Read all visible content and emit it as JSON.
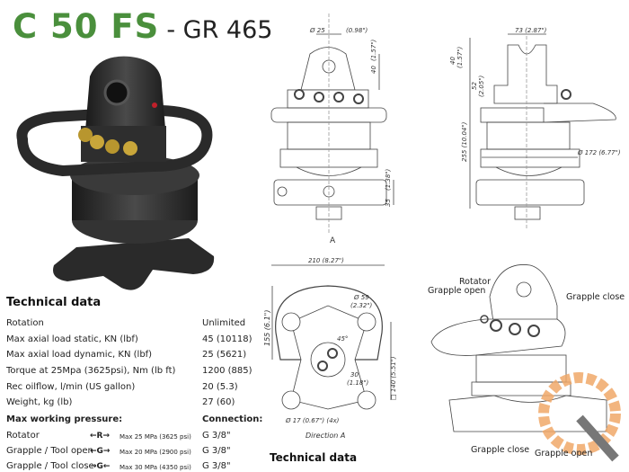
{
  "title": {
    "model": "C 50 FS",
    "subtitle": "- GR 465"
  },
  "technical_data": {
    "heading": "Technical data",
    "rows": [
      {
        "label": "Rotation",
        "value": "Unlimited"
      },
      {
        "label": "Max axial load static, KN (lbf)",
        "value": "45 (10118)"
      },
      {
        "label": "Max axial load dynamic, KN (lbf)",
        "value": "25 (5621)"
      },
      {
        "label": "Torque at 25Mpa (3625psi), Nm (lb ft)",
        "value": "1200 (885)"
      },
      {
        "label": "Rec oilflow, l/min (US gallon)",
        "value": "20 (5.3)"
      },
      {
        "label": "Weight, kg (lb)",
        "value": "27 (60)"
      }
    ],
    "pressure_heading": "Max working pressure:",
    "connection_heading": "Connection:",
    "pressure_rows": [
      {
        "label": "Rotator",
        "symbol": "←R→",
        "pressure": "Max 25 MPa (3625 psi)",
        "connection": "G 3/8\""
      },
      {
        "label": "Grapple / Tool open",
        "symbol": "←G→",
        "pressure": "Max 20 MPa (2900 psi)",
        "connection": "G 3/8\""
      },
      {
        "label": "Grapple / Tool close",
        "symbol": "→G←",
        "pressure": "Max 30 MPa (4350 psi)",
        "connection": "G 3/8\""
      }
    ]
  },
  "drawings": {
    "front": {
      "pin_dia": "Ø 25",
      "pin_dia_in": "(0.98\")",
      "h40": "40",
      "h40_in": "(1.57\")",
      "h35": "35",
      "h35_in": "(1.38\")",
      "view_marker": "A"
    },
    "side": {
      "w73": "73 (2.87\")",
      "h40": "40",
      "h40_in": "(1.57\")",
      "h52": "52",
      "h52_in": "(2.05\")",
      "h255": "255 (10.04\")",
      "dia172": "Ø 172 (6.77\")"
    },
    "bottom": {
      "w210": "210 (8.27\")",
      "h155": "155 (6.1\")",
      "dia59": "Ø 59",
      "dia59_in": "(2.32\")",
      "angle": "45°",
      "d30": "30",
      "d30_in": "(1.18\")",
      "sq140": "□ 140 (5.51\")",
      "holes": "Ø 17 (0.67\") (4x)",
      "caption": "Direction A"
    },
    "iso": {
      "rotator": "Rotator",
      "grapple_open_top": "Grapple open",
      "grapple_close_top": "Grapple close",
      "grapple_close_bottom": "Grapple close",
      "grapple_open_bottom": "Grapple open"
    },
    "bottom_heading": "Technical data"
  },
  "colors": {
    "brand_green": "#4a8f3c",
    "watermark_orange": "#f0a868"
  }
}
